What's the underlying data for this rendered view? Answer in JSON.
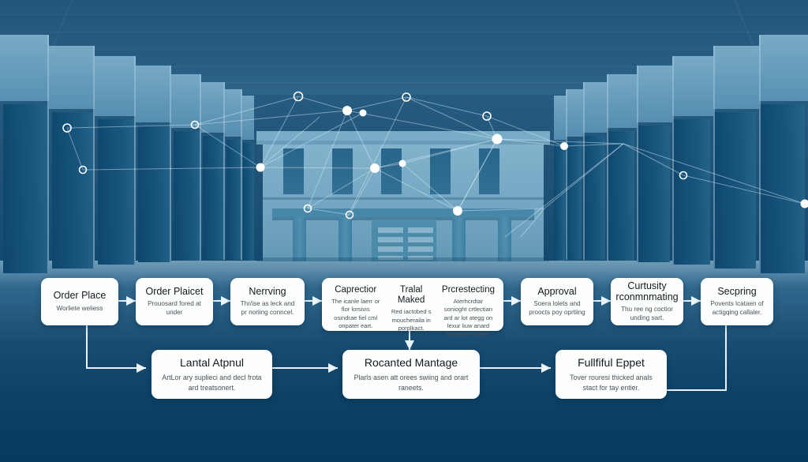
{
  "scene": {
    "title": "Institutional building corridor with network overlay",
    "colors": {
      "sky_top": "#2a6287",
      "floor_bottom": "#0a3f66",
      "facade": "#9ccbe1",
      "node": "#ffffff",
      "card_bg": "#fdfefe",
      "connector": "#eaf4fa"
    },
    "network": {
      "filled_nodes": 9,
      "hollow_nodes": 9,
      "edges": 26
    }
  },
  "flow": {
    "top_row": [
      {
        "title": "Order Place",
        "desc": "Worliete weliess"
      },
      {
        "title": "Order Plaicet",
        "desc": "Prouosard fored at under"
      },
      {
        "title": "Nerrving",
        "desc": "Thr/ise as leck and pr noriing conncel."
      }
    ],
    "wide_box": [
      {
        "title": "Caprectior",
        "desc": "The icanle laerr or flor lorsivis osindrae fiel cml onpater eart."
      },
      {
        "title": "Tralal Maked",
        "desc": "Red iactobed s moucheraila in porplkact."
      },
      {
        "title": "Prcrestecting",
        "desc": "Aterhcrdtar sonioght crtlectian ard ar lot ategg on lexur liuw anard nrsoarry ocidixe."
      }
    ],
    "top_row_end": [
      {
        "title": "Approval",
        "desc": "Soera lolets and proocts poy oprtiing"
      },
      {
        "title": "Curtusity rconmnmating",
        "desc": "Thu ree ng coctior unding sart."
      },
      {
        "title": "Secpring",
        "desc": "Povents lcataen of actigqing callaler."
      }
    ],
    "bottom_row": [
      {
        "title": "Lantal Atpnul",
        "desc": "ArtLor ary suplieci and decl frota ard treatsonert."
      },
      {
        "title": "Rocanted Mantage",
        "desc": "Plarls asen att orees swiing and orart raneets."
      },
      {
        "title": "Fullfiful Eppet",
        "desc": "Tover rouresi thicked anals stact for tay entier."
      }
    ]
  }
}
